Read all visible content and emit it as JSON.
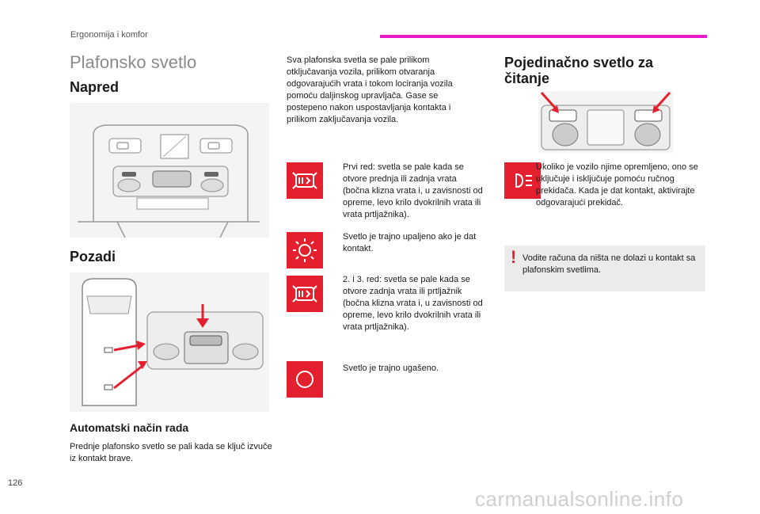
{
  "header": {
    "section": "Ergonomija i komfor",
    "accent_color": "#e61ac8"
  },
  "page": {
    "title": "Plafonsko svetlo",
    "front_heading": "Napred",
    "rear_heading": "Pozadi",
    "auto_heading": "Automatski način rada",
    "auto_text": "Prednje plafonsko svetlo se pali kada se ključ izvuče iz kontakt brave.",
    "intro_text": "Sva plafonska svetla se pale prilikom otključavanja vozila, prilikom otvaranja odgovarajućih vrata i tokom lociranja vozila pomoću daljinskog upravljača. Gase se postepeno nakon uspostavljanja kontakta i prilikom zaključavanja vozila.",
    "modes": [
      {
        "icon": "door-light-icon",
        "text": "Prvi red: svetla se pale kada se otvore prednja ili zadnja vrata (bočna klizna vrata i, u zavisnosti od opreme, levo krilo dvokrilnih vrata ili vrata prtljažnika)."
      },
      {
        "icon": "light-on-icon",
        "text": "Svetlo je trajno upaljeno ako je dat kontakt."
      },
      {
        "icon": "door-light-icon",
        "text": "2. i 3. red: svetla se pale kada se otvore zadnja vrata ili prtljažnik (bočna klizna vrata i, u zavisnosti od opreme, levo krilo dvokrilnih vrata ili vrata prtljažnika)."
      },
      {
        "icon": "light-off-icon",
        "text": "Svetlo je trajno ugašeno."
      }
    ],
    "single_heading": "Pojedinačno svetlo za čitanje",
    "single_text": "Ukoliko je vozilo njime opremljeno, ono se uključuje i isključuje pomoću ručnog prekidača. Kada je dat kontakt, aktivirajte odgovarajući prekidač.",
    "single_icon": "reading-light-icon",
    "warning_mark": "!",
    "warning_text": "Vodite računa da ništa ne dolazi u kontakt sa plafonskim svetlima.",
    "page_number": "126",
    "watermark": "carmanualsonline.info",
    "icon_color": "#e5202e"
  }
}
